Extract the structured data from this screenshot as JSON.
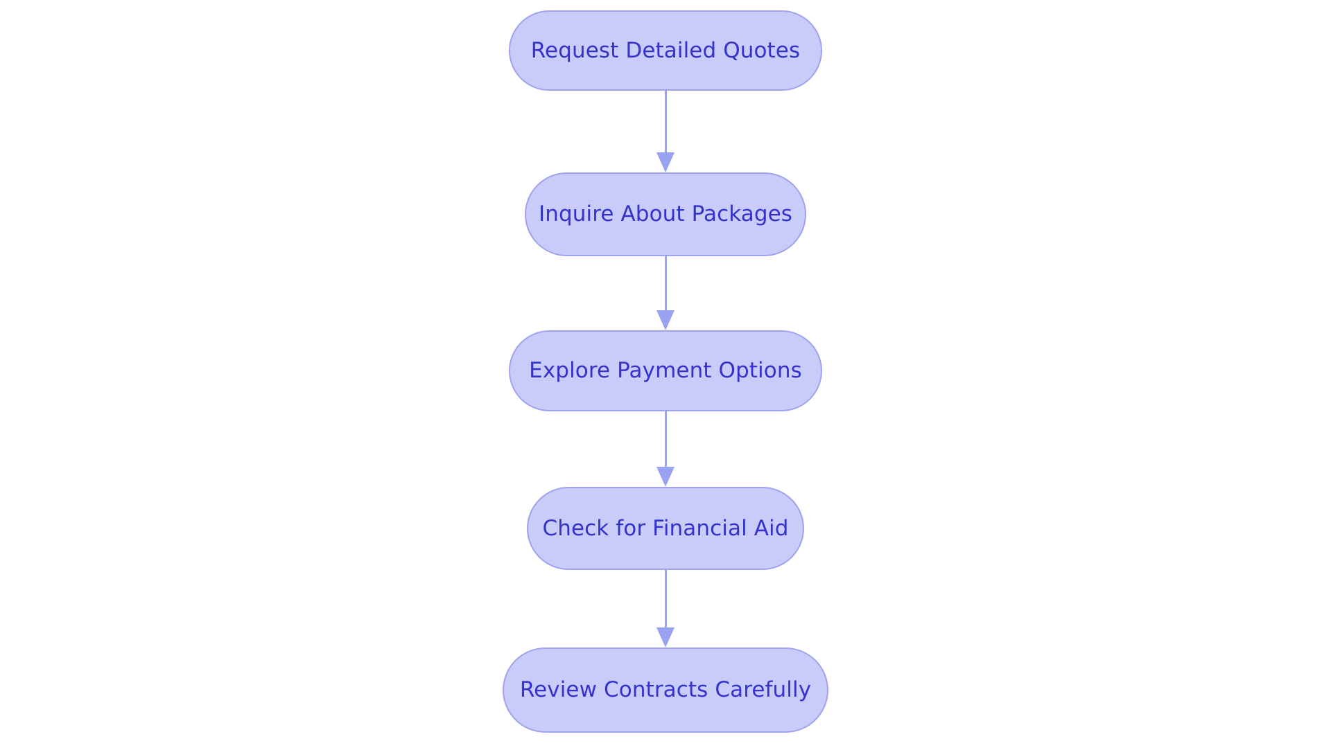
{
  "chart_data": {
    "type": "diagram",
    "diagram_type": "flowchart",
    "orientation": "vertical-top-to-bottom",
    "title": "",
    "nodes": [
      {
        "id": "n0",
        "label": "Request Detailed Quotes",
        "order": 1,
        "shape": "pill"
      },
      {
        "id": "n1",
        "label": "Inquire About Packages",
        "order": 2,
        "shape": "pill"
      },
      {
        "id": "n2",
        "label": "Explore Payment Options",
        "order": 3,
        "shape": "pill"
      },
      {
        "id": "n3",
        "label": "Check for Financial Aid",
        "order": 4,
        "shape": "pill"
      },
      {
        "id": "n4",
        "label": "Review Contracts Carefully",
        "order": 5,
        "shape": "pill"
      }
    ],
    "edges": [
      {
        "from": "n0",
        "to": "n1",
        "label": "",
        "style": "solid",
        "arrow": "single-down"
      },
      {
        "from": "n1",
        "to": "n2",
        "label": "",
        "style": "solid",
        "arrow": "single-down"
      },
      {
        "from": "n2",
        "to": "n3",
        "label": "",
        "style": "solid",
        "arrow": "single-down"
      },
      {
        "from": "n3",
        "to": "n4",
        "label": "",
        "style": "solid",
        "arrow": "single-down"
      }
    ],
    "legend": [],
    "annotations": []
  },
  "colors": {
    "background": "#ffffff",
    "node_fill": "#c9cbf8",
    "node_border": "#9fa2ee",
    "node_text": "#3333cc",
    "connector": "#9aa2f2"
  },
  "nodes": {
    "node_0_label": "Request Detailed Quotes",
    "node_1_label": "Inquire About Packages",
    "node_2_label": "Explore Payment Options",
    "node_3_label": "Check for Financial Aid",
    "node_4_label": "Review Contracts Carefully"
  }
}
